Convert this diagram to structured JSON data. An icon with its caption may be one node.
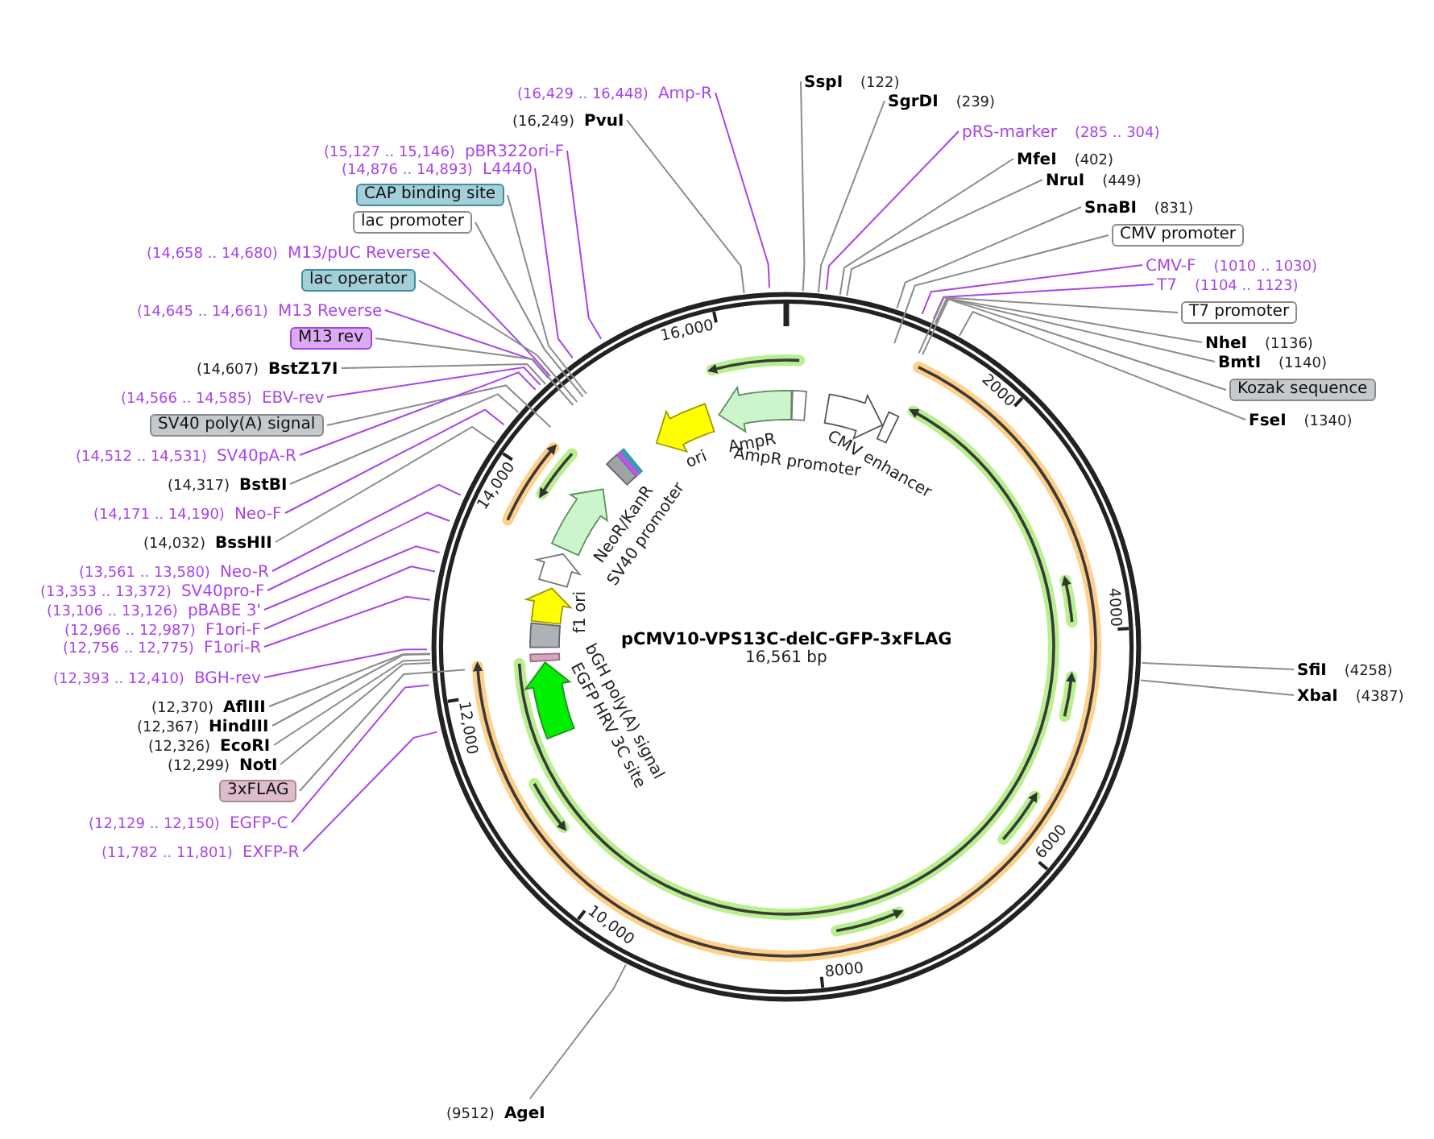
{
  "diagram": {
    "title": "pCMV10-VPS13C-delC-GFP-3xFLAG",
    "nodes": [
      {
        "text": [
          "(16,429 .. 16,448)",
          "Amp-R"
        ]
      },
      {
        "text": [
          "(16,249)",
          "PvuI"
        ]
      },
      {
        "text": [
          "(15,127 .. 15,146)",
          "pBR322ori-F"
        ]
      },
      {
        "text": [
          "(14,876 .. 14,893)",
          "L4440"
        ]
      },
      {
        "text": [
          "CAP binding site"
        ]
      },
      {
        "text": [
          "lac promoter"
        ]
      },
      {
        "text": [
          "(14,658 .. 14,680)",
          "M13/pUC Reverse"
        ]
      },
      {
        "text": [
          "lac operator"
        ]
      },
      {
        "text": [
          "(14,645 .. 14,661)",
          "M13 Reverse"
        ]
      },
      {
        "text": [
          "M13 rev"
        ]
      },
      {
        "text": [
          "(14,607)",
          "BstZ17I"
        ]
      },
      {
        "text": [
          "(14,566 .. 14,585)",
          "EBV-rev"
        ]
      },
      {
        "text": [
          "SV40 poly(A) signal"
        ]
      },
      {
        "text": [
          "(14,512 .. 14,531)",
          "SV40pA-R"
        ]
      },
      {
        "text": [
          "(14,317)",
          "BstBI"
        ]
      },
      {
        "text": [
          "(14,171 .. 14,190)",
          "Neo-F"
        ]
      },
      {
        "text": [
          "(14,032)",
          "BssHII"
        ]
      },
      {
        "text": [
          "(13,561 .. 13,580)",
          "Neo-R"
        ]
      },
      {
        "text": [
          "(13,353 .. 13,372)",
          "SV40pro-F"
        ]
      },
      {
        "text": [
          "(13,106 .. 13,126)",
          "pBABE 3'"
        ]
      },
      {
        "text": [
          "(12,966 .. 12,987)",
          "F1ori-F"
        ]
      },
      {
        "text": [
          "(12,756 .. 12,775)",
          "F1ori-R"
        ]
      },
      {
        "text": [
          "(12,393 .. 12,410)",
          "BGH-rev"
        ]
      },
      {
        "text": [
          "(12,370)",
          "AflIII"
        ]
      },
      {
        "text": [
          "(12,367)",
          "HindIII"
        ]
      },
      {
        "text": [
          "(12,326)",
          "EcoRI"
        ]
      },
      {
        "text": [
          "(12,299)",
          "NotI"
        ]
      },
      {
        "text": [
          "3xFLAG"
        ]
      },
      {
        "text": [
          "(12,129 .. 12,150)",
          "EGFP-C"
        ]
      },
      {
        "text": [
          "(11,782 .. 11,801)",
          "EXFP-R"
        ]
      },
      {
        "text": [
          "SspI",
          "(122)"
        ]
      },
      {
        "text": [
          "SgrDI",
          "(239)"
        ]
      },
      {
        "text": [
          "pRS-marker",
          "(285 .. 304)"
        ]
      },
      {
        "text": [
          "MfeI",
          "(402)"
        ]
      },
      {
        "text": [
          "NruI",
          "(449)"
        ]
      },
      {
        "text": [
          "SnaBI",
          "(831)"
        ]
      },
      {
        "text": [
          "CMV promoter"
        ]
      },
      {
        "text": [
          "CMV-F",
          "(1010 .. 1030)"
        ]
      },
      {
        "text": [
          "T7",
          "(1104 .. 1123)"
        ]
      },
      {
        "text": [
          "T7 promoter"
        ]
      },
      {
        "text": [
          "NheI",
          "(1136)"
        ]
      },
      {
        "text": [
          "BmtI",
          "(1140)"
        ]
      },
      {
        "text": [
          "Kozak sequence"
        ]
      },
      {
        "text": [
          "FseI",
          "(1340)"
        ]
      },
      {
        "text": [
          "SfiI",
          "(4258)"
        ]
      },
      {
        "text": [
          "XbaI",
          "(4387)"
        ]
      },
      {
        "text": [
          "(9512)",
          "AgeI"
        ]
      }
    ],
    "edges": [
      {
        "from": 0,
        "to": null,
        "arrow": "none",
        "color": "#a845ea"
      },
      {
        "from": 1,
        "to": null,
        "arrow": "none"
      },
      {
        "from": 2,
        "to": null,
        "arrow": "none",
        "color": "#a845ea"
      },
      {
        "from": 3,
        "to": null,
        "arrow": "none",
        "color": "#a845ea"
      },
      {
        "from": 4,
        "to": null,
        "arrow": "none"
      },
      {
        "from": 5,
        "to": null,
        "arrow": "none"
      },
      {
        "from": 6,
        "to": null,
        "arrow": "none",
        "color": "#a845ea"
      },
      {
        "from": 7,
        "to": null,
        "arrow": "none"
      },
      {
        "from": 8,
        "to": null,
        "arrow": "none",
        "color": "#a845ea"
      },
      {
        "from": 9,
        "to": null,
        "arrow": "none"
      },
      {
        "from": 10,
        "to": null,
        "arrow": "none"
      },
      {
        "from": 11,
        "to": null,
        "arrow": "none",
        "color": "#a845ea"
      },
      {
        "from": 12,
        "to": null,
        "arrow": "none"
      },
      {
        "from": 13,
        "to": null,
        "arrow": "none",
        "color": "#a845ea"
      },
      {
        "from": 14,
        "to": null,
        "arrow": "none"
      },
      {
        "from": 15,
        "to": null,
        "arrow": "none",
        "color": "#a845ea"
      },
      {
        "from": 16,
        "to": null,
        "arrow": "none"
      },
      {
        "from": 17,
        "to": null,
        "arrow": "none",
        "color": "#a845ea"
      },
      {
        "from": 18,
        "to": null,
        "arrow": "none",
        "color": "#a845ea"
      },
      {
        "from": 19,
        "to": null,
        "arrow": "none",
        "color": "#a845ea"
      },
      {
        "from": 20,
        "to": null,
        "arrow": "none",
        "color": "#a845ea"
      },
      {
        "from": 21,
        "to": null,
        "arrow": "none",
        "color": "#a845ea"
      },
      {
        "from": 22,
        "to": null,
        "arrow": "none",
        "color": "#a845ea"
      },
      {
        "from": 23,
        "to": null,
        "arrow": "none"
      },
      {
        "from": 24,
        "to": null,
        "arrow": "none"
      },
      {
        "from": 25,
        "to": null,
        "arrow": "none"
      },
      {
        "from": 26,
        "to": null,
        "arrow": "none"
      },
      {
        "from": 27,
        "to": null,
        "arrow": "none"
      },
      {
        "from": 28,
        "to": null,
        "arrow": "none",
        "color": "#a845ea"
      },
      {
        "from": 29,
        "to": null,
        "arrow": "none",
        "color": "#a845ea"
      },
      {
        "from": 30,
        "to": null,
        "arrow": "none"
      },
      {
        "from": 31,
        "to": null,
        "arrow": "none"
      },
      {
        "from": 32,
        "to": null,
        "arrow": "none",
        "color": "#a845ea"
      },
      {
        "from": 33,
        "to": null,
        "arrow": "none"
      },
      {
        "from": 34,
        "to": null,
        "arrow": "none"
      },
      {
        "from": 35,
        "to": null,
        "arrow": "none"
      },
      {
        "from": 36,
        "to": null,
        "arrow": "none"
      },
      {
        "from": 37,
        "to": null,
        "arrow": "none",
        "color": "#a845ea"
      },
      {
        "from": 38,
        "to": null,
        "arrow": "none",
        "color": "#a845ea"
      },
      {
        "from": 39,
        "to": null,
        "arrow": "none"
      },
      {
        "from": 40,
        "to": null,
        "arrow": "none"
      },
      {
        "from": 41,
        "to": null,
        "arrow": "none"
      },
      {
        "from": 42,
        "to": null,
        "arrow": "none"
      },
      {
        "from": 43,
        "to": null,
        "arrow": "none"
      },
      {
        "from": 44,
        "to": null,
        "arrow": "none"
      },
      {
        "from": 45,
        "to": null,
        "arrow": "none"
      },
      {
        "from": 46,
        "to": null,
        "arrow": "none"
      }
    ],
    "labels": [
      "16,000",
      "AmpR",
      "AmpR promoter",
      "CMV enhancer",
      "2000",
      "ori",
      "NeoR/KanR",
      "SV40 promoter",
      "14,000",
      "4000",
      "f1 ori",
      "16,561 bp",
      "bGH poly(A) signal",
      "EGFP",
      "HRV 3C site",
      "12,000",
      "6000",
      "10,000",
      "8000"
    ]
  }
}
